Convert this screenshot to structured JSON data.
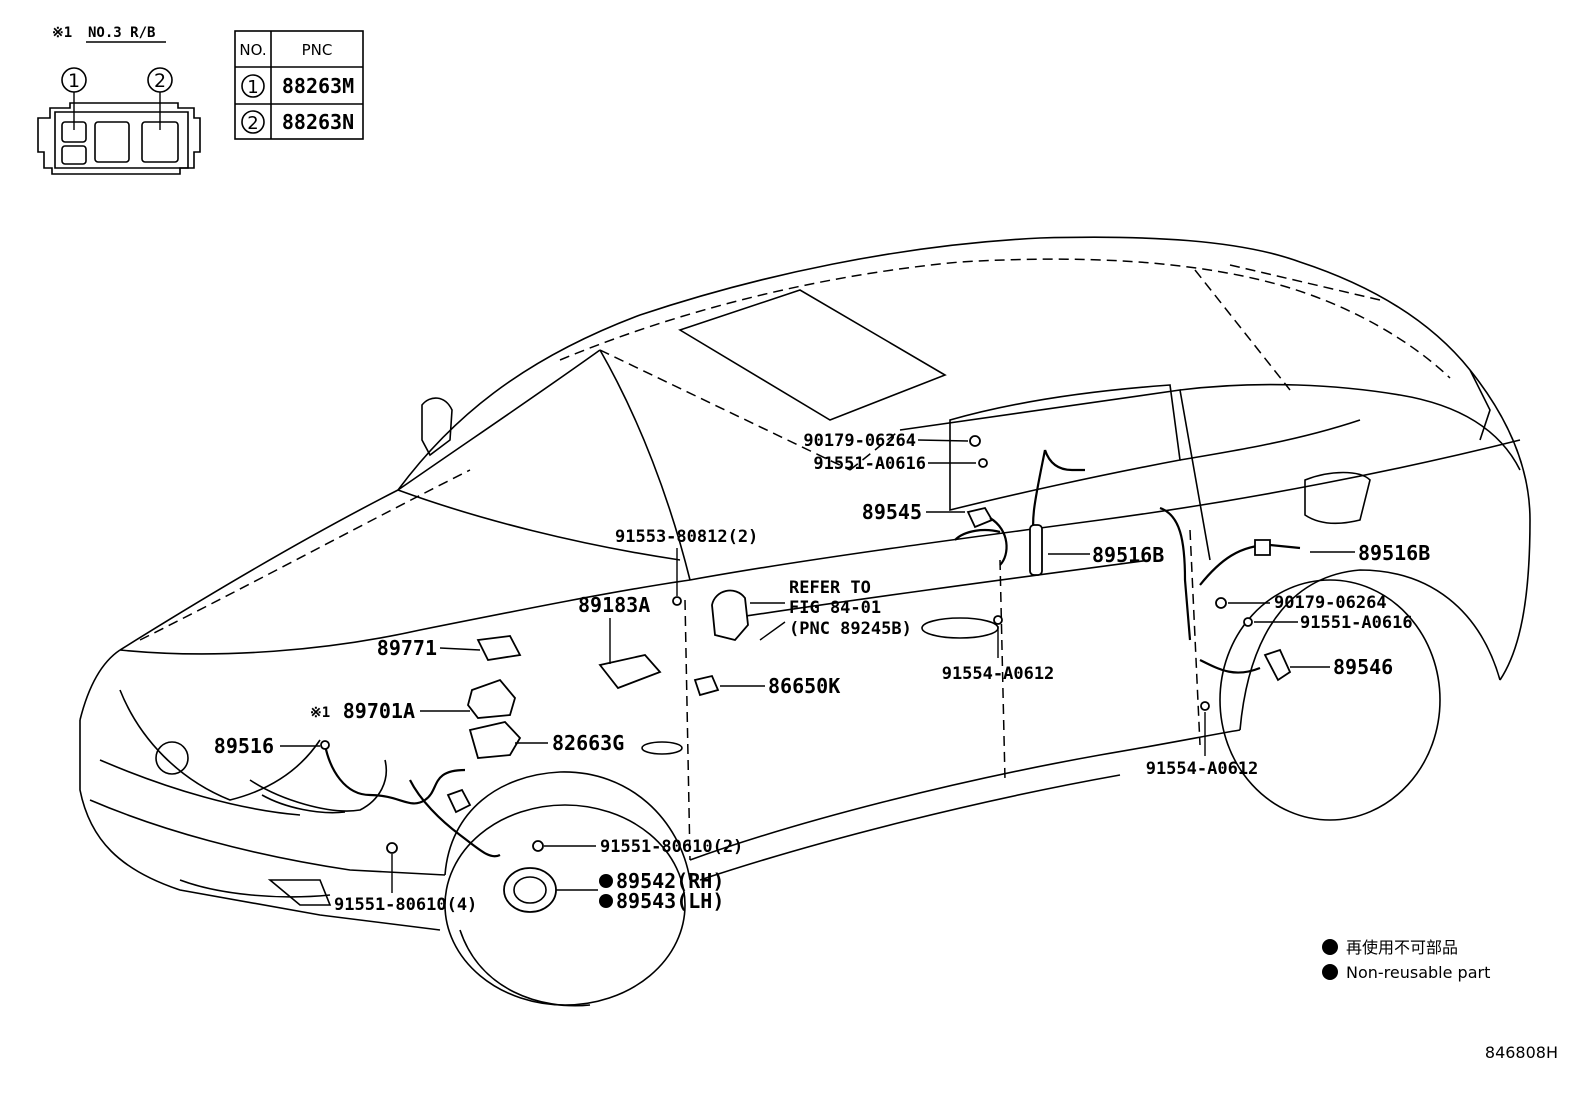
{
  "inset": {
    "note_mark": "※1",
    "note_title": "NO.3 R/B",
    "circle_labels": [
      "1",
      "2"
    ]
  },
  "pnc_table": {
    "headers": [
      "NO.",
      "PNC"
    ],
    "rows": [
      {
        "no": "1",
        "pnc": "88263M"
      },
      {
        "no": "2",
        "pnc": "88263N"
      }
    ]
  },
  "callouts": {
    "c90179_06264_a": "90179-06264",
    "c91551_A0616_a": "91551-A0616",
    "c89545": "89545",
    "c89516B_a": "89516B",
    "c91553_80812": "91553-80812(2)",
    "refer_line1": "REFER TO",
    "refer_line2": "FIG 84-01",
    "refer_line3": "(PNC 89245B)",
    "c89183A": "89183A",
    "c89771": "89771",
    "c89701A_mark": "※1",
    "c89701A": "89701A",
    "c82663G": "82663G",
    "c86650K": "86650K",
    "c89516": "89516",
    "c91554_A0612_a": "91554-A0612",
    "c89516B_b": "89516B",
    "c90179_06264_b": "90179-06264",
    "c91551_A0616_b": "91551-A0616",
    "c89546": "89546",
    "c91554_A0612_b": "91554-A0612",
    "c91551_80610_2": "91551-80610(2)",
    "c89542": "89542(RH)",
    "c89543": "89543(LH)",
    "c91551_80610_4": "91551-80610(4)"
  },
  "legend": {
    "items": [
      "再使用不可部品",
      "Non-reusable part"
    ]
  },
  "figure_id": "846808H"
}
